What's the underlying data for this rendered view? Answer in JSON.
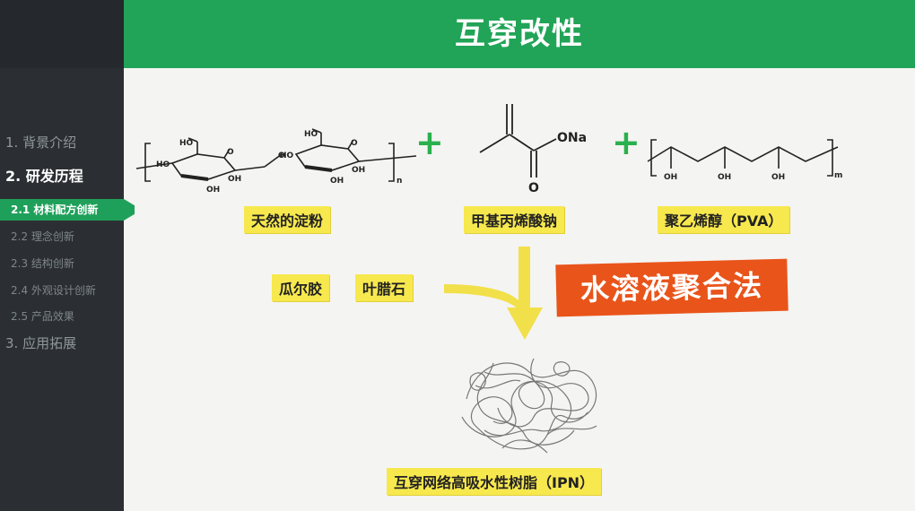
{
  "slide": {
    "title": "互穿改性"
  },
  "sidebar": {
    "items": [
      {
        "label": "1. 背景介绍",
        "active": false
      },
      {
        "label": "2. 研发历程",
        "active": true
      },
      {
        "label": "3. 应用拓展",
        "active": false
      }
    ],
    "subitems": [
      {
        "label": "2.1 材料配方创新",
        "active": true
      },
      {
        "label": "2.2 理念创新",
        "active": false
      },
      {
        "label": "2.3 结构创新",
        "active": false
      },
      {
        "label": "2.4 外观设计创新",
        "active": false
      },
      {
        "label": "2.5 产品效果",
        "active": false
      }
    ]
  },
  "diagram": {
    "starch": {
      "label": "天然的淀粉",
      "subscript": "n",
      "groups": [
        "HO",
        "HO",
        "OH",
        "OH",
        "HO",
        "HO",
        "OH",
        "OH",
        "O",
        "O",
        "O"
      ]
    },
    "methacrylate": {
      "label": "甲基丙烯酸钠",
      "groups": [
        "ONa",
        "O"
      ]
    },
    "pva": {
      "label": "聚乙烯醇（PVA）",
      "subscript": "m",
      "groups": [
        "OH",
        "OH",
        "OH"
      ]
    },
    "additives": [
      "瓜尔胶",
      "叶腊石"
    ],
    "method": "水溶液聚合法",
    "product": "互穿网络高吸水性树脂（IPN）",
    "plus": "+"
  },
  "colors": {
    "accent": "#21a457",
    "sidebar": "#2b2f33",
    "highlight": "#f7e84e",
    "method": "#e9541a",
    "arrow": "#f2e04a"
  }
}
